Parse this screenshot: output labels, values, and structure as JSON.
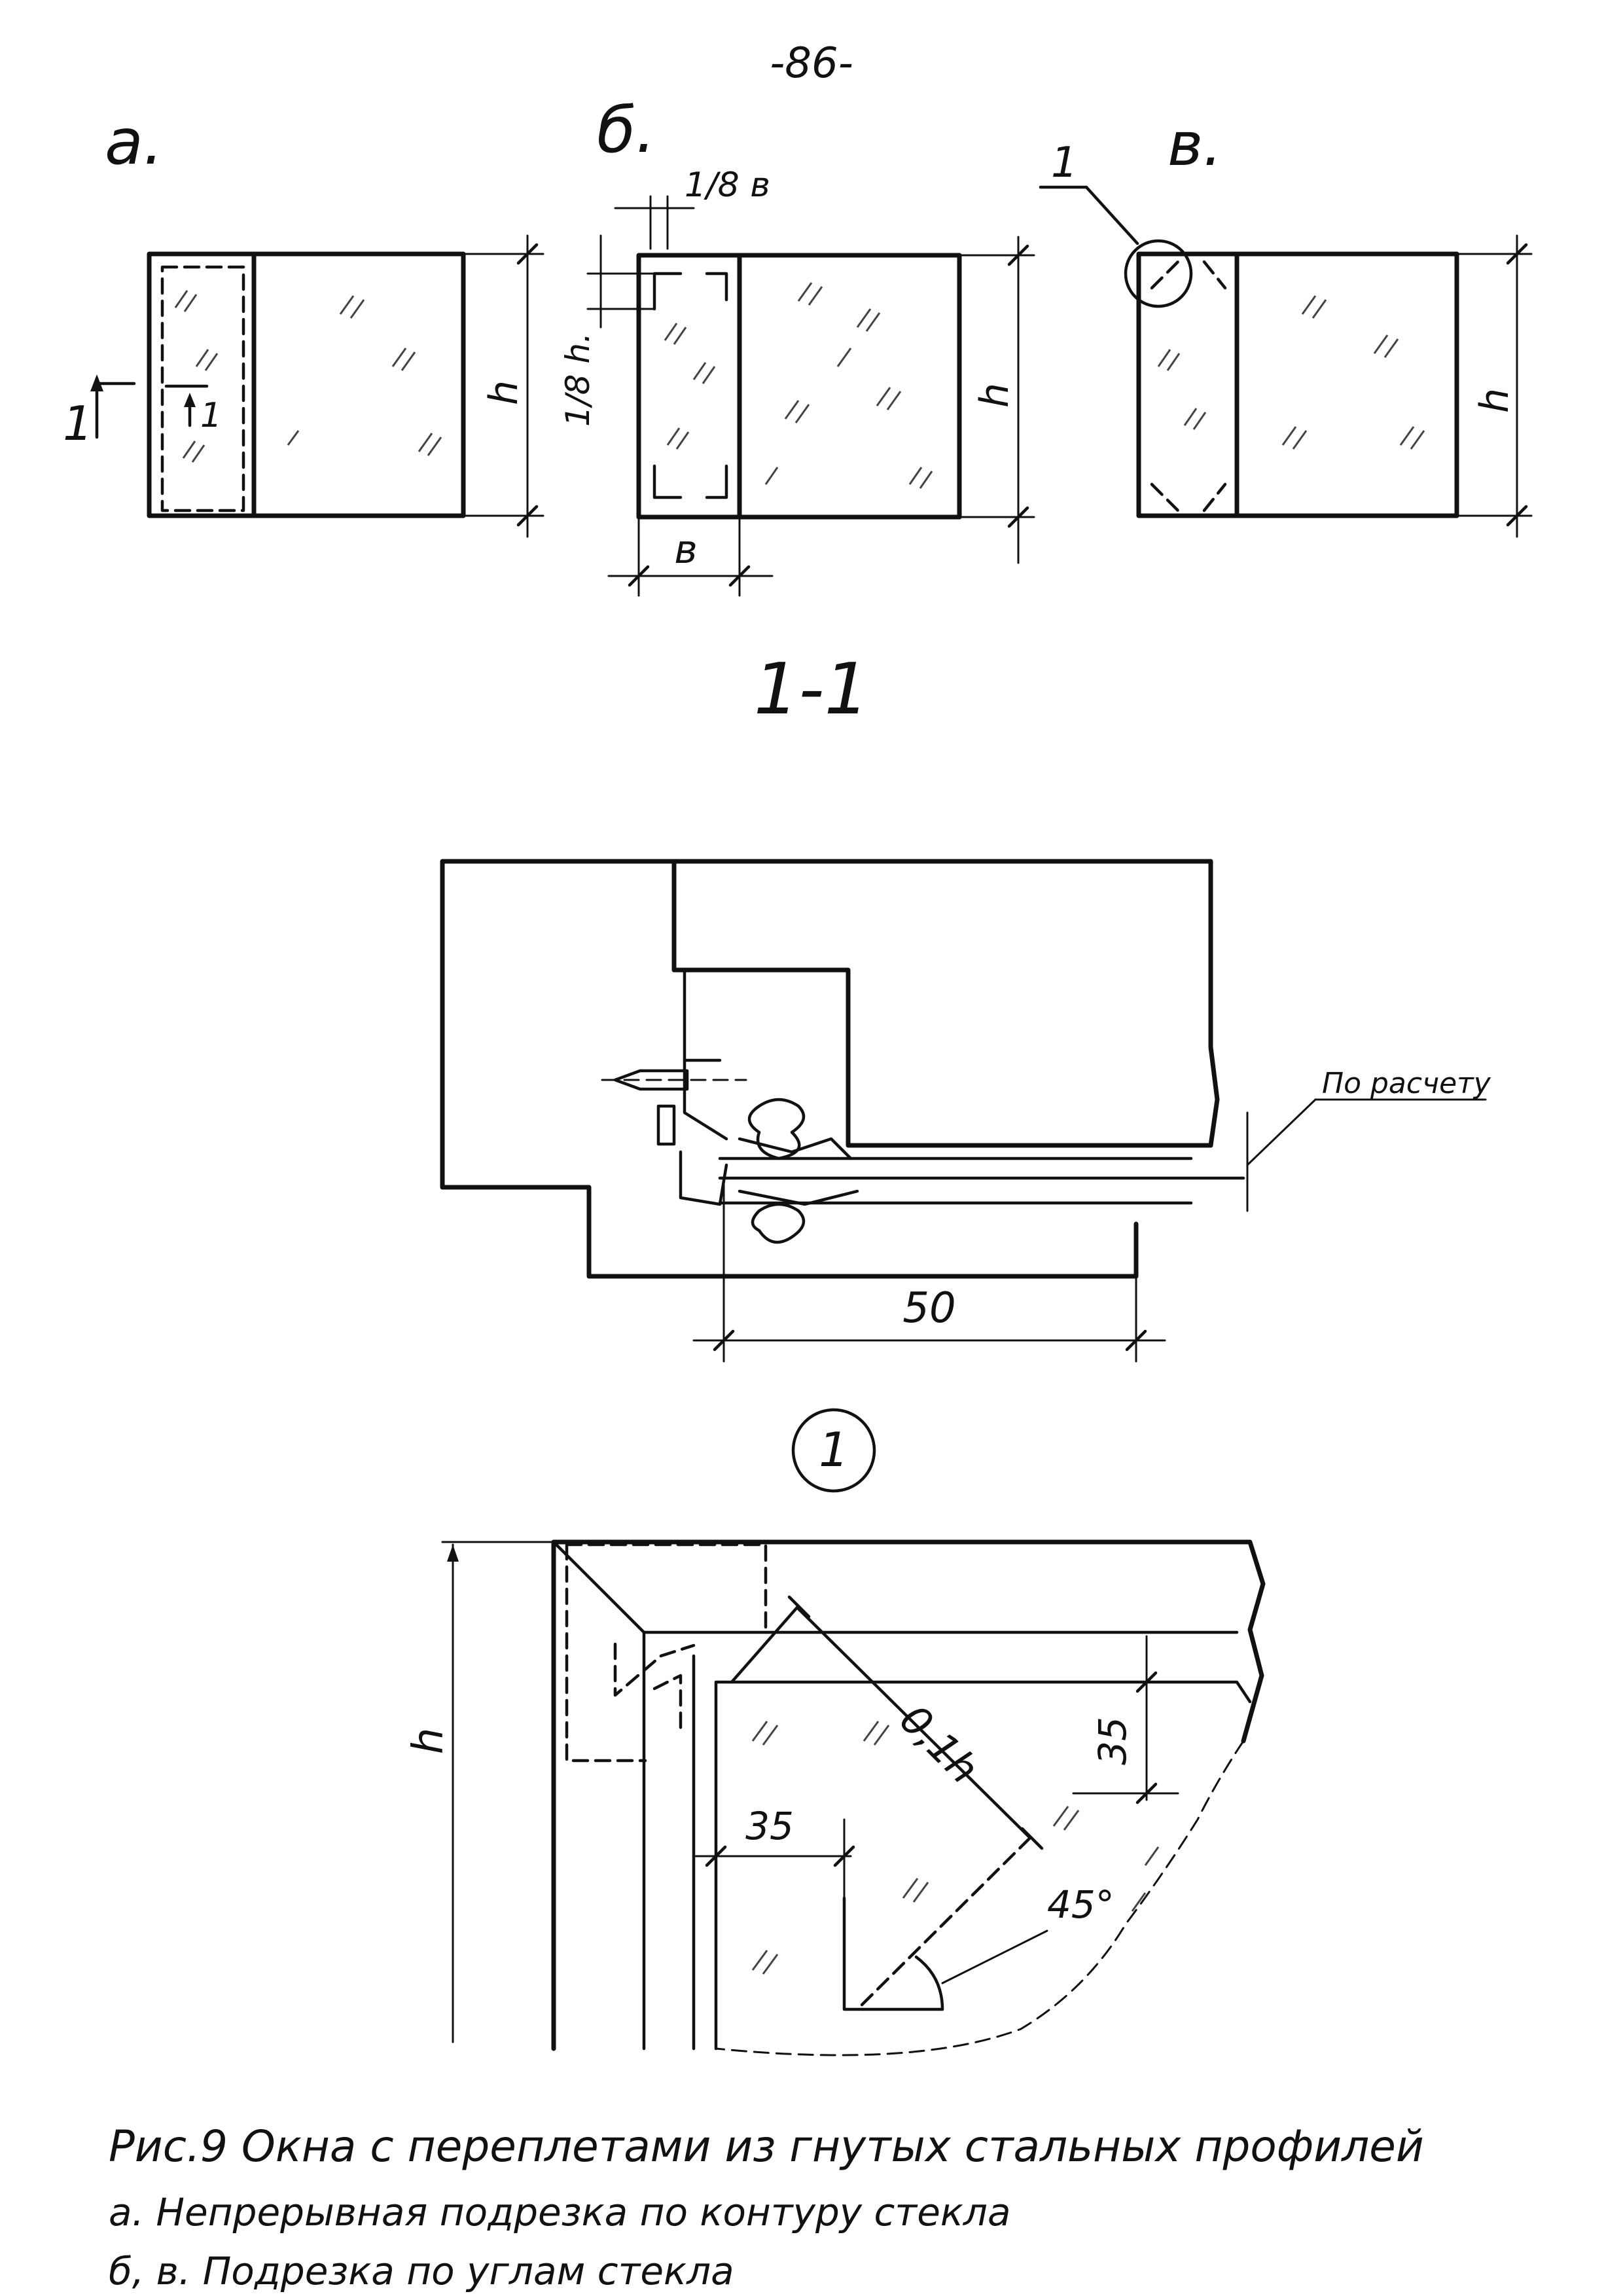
{
  "page_number": "-86-",
  "views": {
    "a": {
      "label": "а.",
      "dim_h": "h",
      "section_mark": "1",
      "section_mark_inner": "1"
    },
    "b": {
      "label": "б.",
      "dim_top": "1/8 в",
      "dim_side": "1/8 h.",
      "dim_h": "h",
      "dim_bottom": "в"
    },
    "c": {
      "label": "в.",
      "callout": "1",
      "dim_h": "h"
    }
  },
  "section": {
    "title": "1-1",
    "leader_label": "По расчету",
    "dim_width": "50"
  },
  "detail": {
    "marker": "1",
    "dim_h": "h",
    "diag": "0,1h",
    "dim_35_v": "35",
    "dim_35_h": "35",
    "angle": "45°"
  },
  "caption": {
    "line1": "Рис.9 Окна с переплетами из гнутых стальных профилей",
    "line2": "а. Непрерывная подрезка по контуру стекла",
    "line3": "б, в. Подрезка по углам стекла"
  }
}
